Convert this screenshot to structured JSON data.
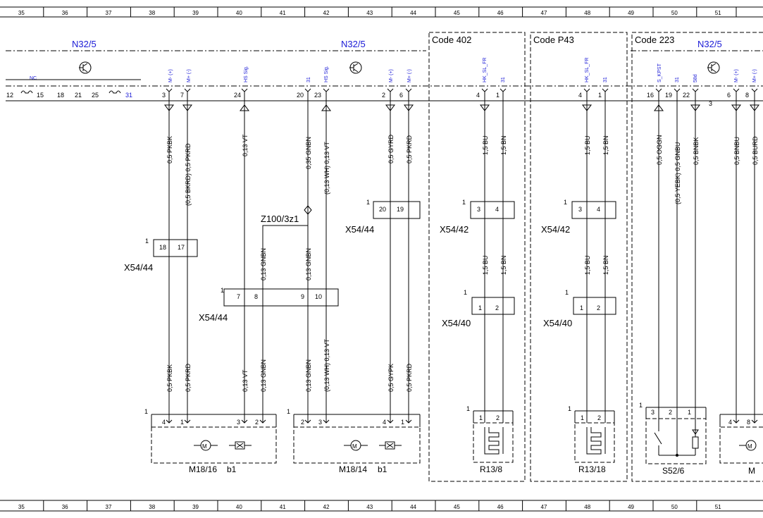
{
  "grid_columns": [
    "35",
    "36",
    "37",
    "38",
    "39",
    "40",
    "41",
    "42",
    "43",
    "44",
    "45",
    "46",
    "47",
    "48",
    "49",
    "50",
    "51"
  ],
  "modules": {
    "n32_left": "N32/5",
    "n32_mid": "N32/5",
    "n32_right": "N32/5",
    "nc": "NC"
  },
  "codes": {
    "c402": "Code 402",
    "cp43": "Code P43",
    "c223": "Code 223"
  },
  "top_pins": {
    "bus": [
      "12",
      "15",
      "18",
      "21",
      "25",
      "31"
    ],
    "p3": "3",
    "p7": "7",
    "p24": "24",
    "p20": "20",
    "p23": "23",
    "p2": "2",
    "p6": "6",
    "p4a": "4",
    "p1a": "1",
    "p4b": "4",
    "p1b": "1",
    "p16": "16",
    "p19": "19",
    "p22": "22",
    "p3r": "3",
    "p6r": "6",
    "p8r": "8"
  },
  "signals": {
    "mplus_m1": "M- (+)",
    "mminus_m1": "M+ (-)",
    "hs_sig1": "HS Sig.",
    "s31a": "31",
    "hs_sig2": "HS Sig.",
    "mplus_m2": "M- (+)",
    "mminus_m2": "M+ (-)",
    "hk1": "HK_SL_FR",
    "s31b": "31",
    "hk2": "HK_SL_FR",
    "s31c": "31",
    "skpst": "S_KPST",
    "s31d": "31",
    "s58d": "58d",
    "mplus_r": "M- (+)",
    "mminus_r": "M+ (-)"
  },
  "wires_upper": {
    "w1": "0,5 PKBK",
    "w2": "(0,5 BKRD) 0,5 PKRD",
    "w3": "0,13 VT",
    "w4": "0,35 GNBN",
    "w5": "(0,13 WH) 0,13 VT",
    "w6": "0,5 GYRD",
    "w7": "0,5 PKRD",
    "w8": "1,5 BU",
    "w9": "1,5 BN",
    "w10": "1,5 BU",
    "w11": "1,5 BN",
    "w12": "0,5 OGGN",
    "w13": "(0,5 YEBK) 0,5 GNBU",
    "w14": "0,5 BNBK",
    "w15": "0,5 BNBU",
    "w16": "0,5 BURD"
  },
  "wires_mid": {
    "m1": "0,13 GNBN",
    "m2": "0,13 GNBN",
    "m3": "1,5 BU",
    "m4": "1,5 BN",
    "m5": "1,5 BU",
    "m6": "1,5 BN"
  },
  "wires_lower": {
    "l1": "0,5 PKBK",
    "l2": "0,5 PKRD",
    "l3": "0,13 VT",
    "l4": "0,13 GNBN",
    "l5": "0,13 GNBN",
    "l6": "(0,13 WH) 0,13 VT",
    "l7": "0,5 GYPK",
    "l8": "0,5 PKRD"
  },
  "connectors": {
    "x54_44_a": "X54/44",
    "x54_44_b": "X54/44",
    "x54_44_c": "X54/44",
    "x54_42_a": "X54/42",
    "x54_42_b": "X54/42",
    "x54_40_a": "X54/40",
    "x54_40_b": "X54/40",
    "z100": "Z100/3z1",
    "pins": {
      "a18": "18",
      "a17": "17",
      "b7": "7",
      "b8": "8",
      "b9": "9",
      "b10": "10",
      "c20": "20",
      "c19": "19",
      "d3": "3",
      "d4": "4",
      "e3": "3",
      "e4": "4",
      "f1": "1",
      "f2": "2",
      "g1": "1",
      "g2": "2"
    },
    "one": "1"
  },
  "components": {
    "m18_16": "M18/16",
    "b1a": "b1",
    "m18_14": "M18/14",
    "b1b": "b1",
    "r13_8": "R13/8",
    "r13_18": "R13/18",
    "s52_6": "S52/6",
    "m_right": "M",
    "pins": {
      "a4": "4",
      "a1": "1",
      "a3": "3",
      "a2": "2",
      "b2": "2",
      "b3": "3",
      "b4": "4",
      "b1": "1",
      "c1": "1",
      "c2": "2",
      "d1": "1",
      "d2": "2",
      "e3": "3",
      "e2": "2",
      "e1": "1",
      "f4": "4",
      "f8": "8"
    },
    "motor": "M"
  }
}
